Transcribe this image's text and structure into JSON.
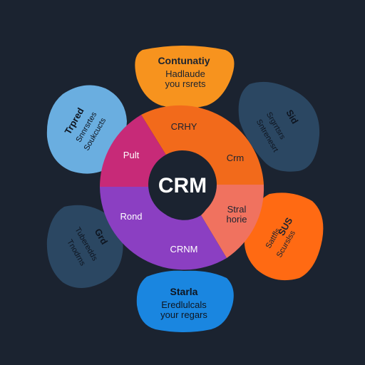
{
  "colors": {
    "background": "#1b2330",
    "orange": "#f7931e",
    "dark_orange": "#ff6a13",
    "slate_blue": "#2b4762",
    "light_blue": "#6aaee0",
    "blue": "#1a86e0",
    "magenta": "#c72a78",
    "purple": "#8b3fc2",
    "salmon": "#f0725f",
    "hub": "#1b2330"
  },
  "hub": {
    "label": "CRM"
  },
  "ring": {
    "segments": [
      {
        "label": "CRHY",
        "color": "#f26a1b"
      },
      {
        "label": "Crm",
        "color": "#f26a1b"
      },
      {
        "label": "Stral horie",
        "color": "#f0725f"
      },
      {
        "label": "CRNM",
        "color": "#8b3fc2"
      },
      {
        "label": "Rond",
        "color": "#8b3fc2"
      },
      {
        "label": "Pult",
        "color": "#c72a78"
      }
    ]
  },
  "petals": {
    "top": {
      "title": "Contunatiy",
      "line1": "Hadlaude",
      "line2": "you rsrets",
      "color": "#f7931e"
    },
    "top_right": {
      "title": "Sid",
      "line1": "Srgrrtsrs",
      "line2": "Sntrenesrt",
      "color": "#2b4762"
    },
    "bottom_right": {
      "title": "SUS",
      "line1": "Sattfls",
      "line2": "Scurslss",
      "color": "#ff6a13"
    },
    "bottom": {
      "title": "Starla",
      "line1": "Eredlulcals",
      "line2": "your regars",
      "color": "#1a86e0"
    },
    "bottom_left": {
      "title": "Grd",
      "line1": "Tuberedds",
      "line2": "Tnodrns",
      "color": "#2b4762"
    },
    "top_left": {
      "title": "Trpred",
      "line1": "Snnrsrtes",
      "line2": "Soukcucts",
      "color": "#6aaee0"
    }
  }
}
